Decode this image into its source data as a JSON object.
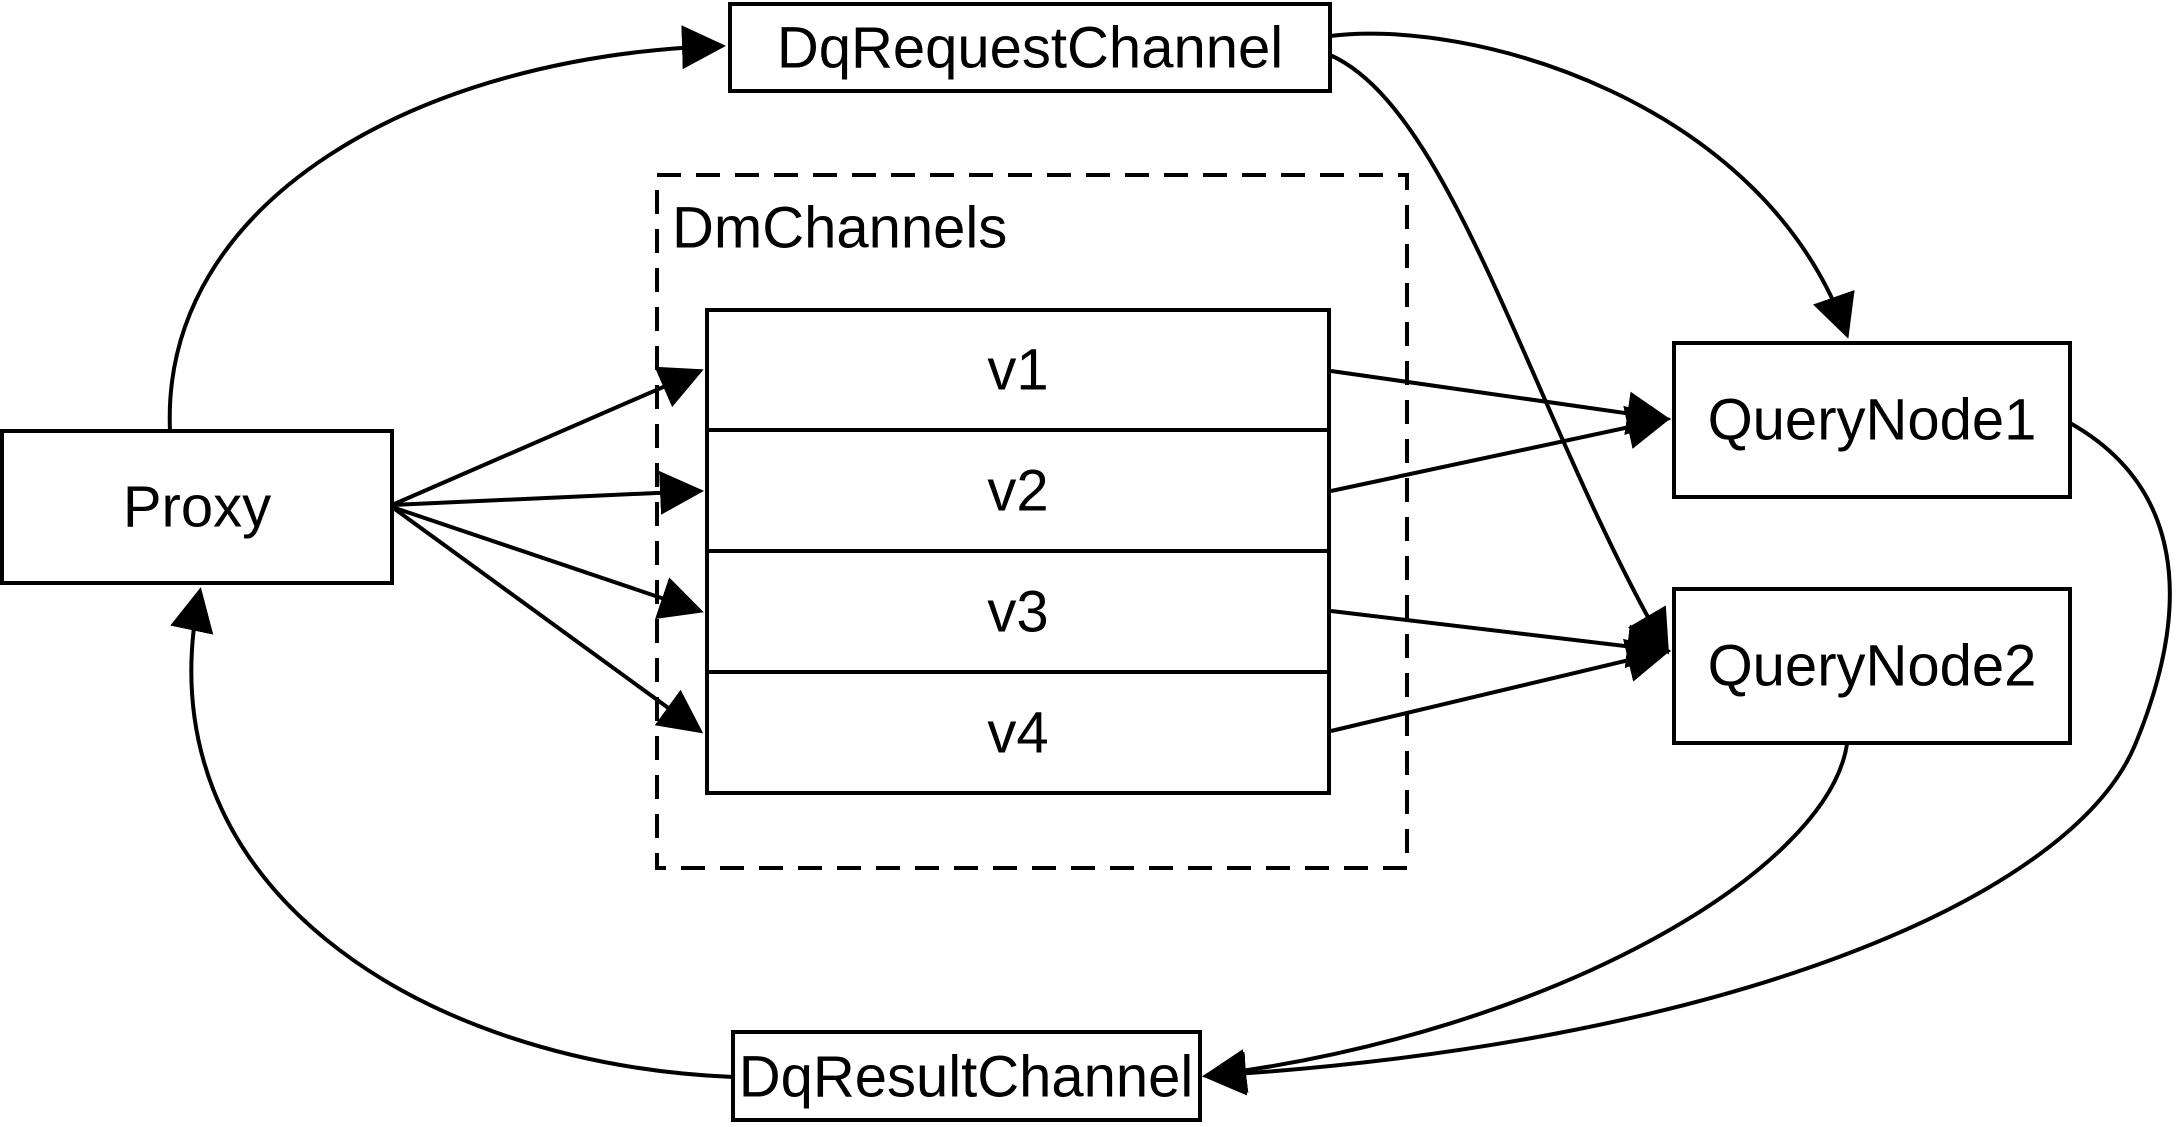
{
  "diagram": {
    "background_color": "#ffffff",
    "stroke_color": "#000000",
    "nodes": {
      "proxy": {
        "label": "Proxy"
      },
      "dq_request_channel": {
        "label": "DqRequestChannel"
      },
      "dm_channels": {
        "label": "DmChannels",
        "channels": [
          {
            "label": "v1"
          },
          {
            "label": "v2"
          },
          {
            "label": "v3"
          },
          {
            "label": "v4"
          }
        ]
      },
      "query_node_1": {
        "label": "QueryNode1"
      },
      "query_node_2": {
        "label": "QueryNode2"
      },
      "dq_result_channel": {
        "label": "DqResultChannel"
      }
    },
    "edges": [
      {
        "from": "proxy",
        "to": "dq_request_channel"
      },
      {
        "from": "dq_request_channel",
        "to": "query_node_1"
      },
      {
        "from": "dq_request_channel",
        "to": "query_node_2"
      },
      {
        "from": "proxy",
        "to": "v1"
      },
      {
        "from": "proxy",
        "to": "v2"
      },
      {
        "from": "proxy",
        "to": "v3"
      },
      {
        "from": "proxy",
        "to": "v4"
      },
      {
        "from": "v1",
        "to": "query_node_1"
      },
      {
        "from": "v2",
        "to": "query_node_1"
      },
      {
        "from": "v3",
        "to": "query_node_2"
      },
      {
        "from": "v4",
        "to": "query_node_2"
      },
      {
        "from": "query_node_1",
        "to": "dq_result_channel"
      },
      {
        "from": "query_node_2",
        "to": "dq_result_channel"
      },
      {
        "from": "dq_result_channel",
        "to": "proxy"
      }
    ]
  }
}
